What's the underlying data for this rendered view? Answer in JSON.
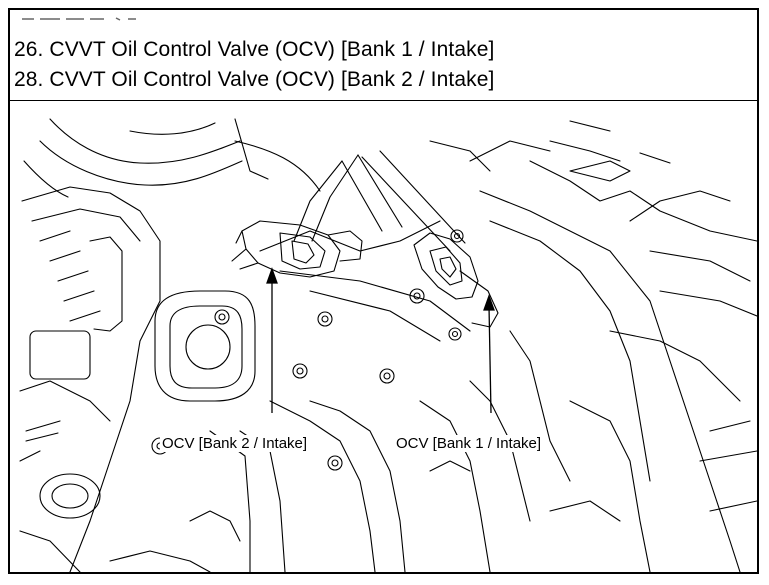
{
  "header": {
    "line1": "26. CVVT Oil Control Valve (OCV) [Bank 1 / Intake]",
    "line2": "28. CVVT Oil Control Valve (OCV) [Bank 2 / Intake]"
  },
  "callouts": {
    "bank2": "OCV [Bank 2 / Intake]",
    "bank1": "OCV [Bank 1 / Intake]"
  },
  "colors": {
    "line": "#000000",
    "background": "#ffffff"
  }
}
